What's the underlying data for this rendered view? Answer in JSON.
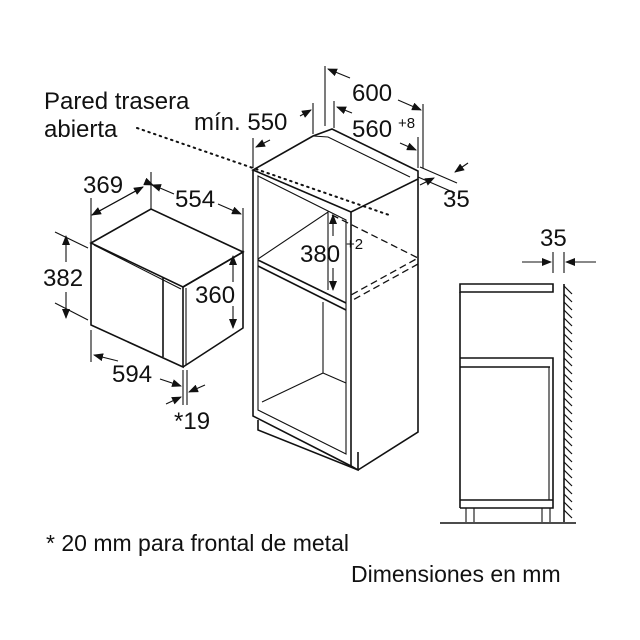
{
  "diagram": {
    "type": "built-in microwave installation dimension drawing",
    "units": "mm",
    "labels": {
      "rear_wall_line1": "Pared trasera",
      "rear_wall_line2": "abierta",
      "min_depth": "mín. 550",
      "cabinet_width": "600",
      "niche_width": "560",
      "niche_width_tol": "+8",
      "side_offset": "35",
      "niche_height": "380",
      "niche_height_tol": "+2",
      "appliance_depth": "369",
      "appliance_width": "554",
      "appliance_height": "382",
      "appliance_body_height": "360",
      "appliance_front_width": "594",
      "front_thickness": "*19",
      "side_view_gap": "35"
    },
    "footnote": "* 20 mm para frontal de metal",
    "units_note": "Dimensiones en mm"
  }
}
